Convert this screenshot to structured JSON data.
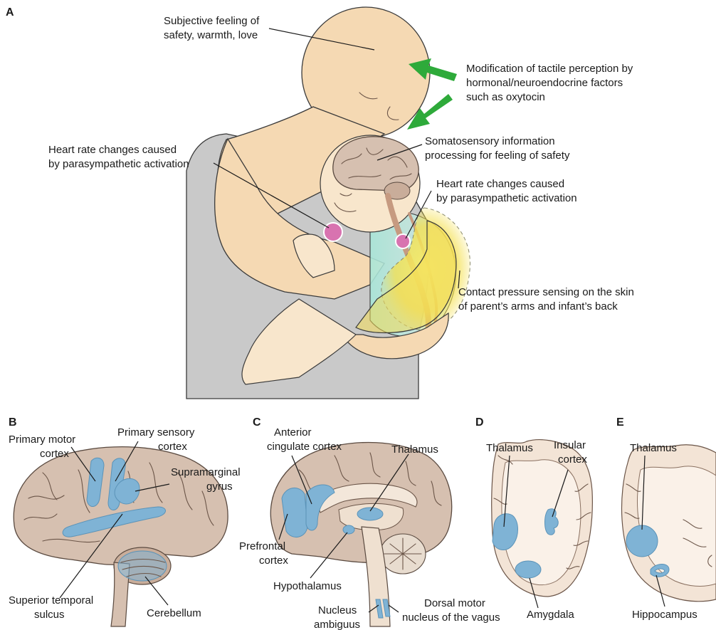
{
  "panels": {
    "A": {
      "letter": "A",
      "labels": {
        "subjective": [
          "Subjective feeling of",
          "safety, warmth, love"
        ],
        "modification": [
          "Modification of tactile perception by",
          "hormonal/neuroendocrine factors",
          "such as oxytocin"
        ],
        "somatosensory": [
          "Somatosensory information",
          "processing for feeling of safety"
        ],
        "heart_parent": [
          "Heart rate changes caused",
          "by parasympathetic activation"
        ],
        "heart_infant": [
          "Heart rate changes caused",
          "by parasympathetic activation"
        ],
        "contact": [
          "Contact pressure sensing on the skin",
          "of parent’s arms and infant’s back"
        ]
      }
    },
    "B": {
      "letter": "B",
      "labels": {
        "primary_motor": [
          "Primary motor",
          "cortex"
        ],
        "primary_sensory": [
          "Primary sensory",
          "cortex"
        ],
        "supramarginal": [
          "Supramarginal",
          "gyrus"
        ],
        "superior_temporal": [
          "Superior temporal",
          "sulcus"
        ],
        "cerebellum": [
          "Cerebellum"
        ]
      }
    },
    "C": {
      "letter": "C",
      "labels": {
        "anterior_cingulate": [
          "Anterior",
          "cingulate cortex"
        ],
        "thalamus": [
          "Thalamus"
        ],
        "prefrontal": [
          "Prefrontal",
          "cortex"
        ],
        "hypothalamus": [
          "Hypothalamus"
        ],
        "nucleus_ambiguus": [
          "Nucleus",
          "ambiguus"
        ],
        "dorsal_motor": [
          "Dorsal motor",
          "nucleus of the vagus"
        ]
      }
    },
    "D": {
      "letter": "D",
      "labels": {
        "thalamus": [
          "Thalamus"
        ],
        "insular": [
          "Insular",
          "cortex"
        ],
        "amygdala": [
          "Amygdala"
        ]
      }
    },
    "E": {
      "letter": "E",
      "labels": {
        "thalamus": [
          "Thalamus"
        ],
        "hippocampus": [
          "Hippocampus"
        ]
      }
    }
  },
  "colors": {
    "highlight_blue": "#7fb3d5",
    "arrow_green": "#2eaa3a",
    "heart_pink": "#d873b0",
    "touch_yellow": "#f4e04d",
    "skin": "#f5d9b3",
    "shirt_gray": "#c8c8c8",
    "brain_tan": "#d6c0b0"
  }
}
